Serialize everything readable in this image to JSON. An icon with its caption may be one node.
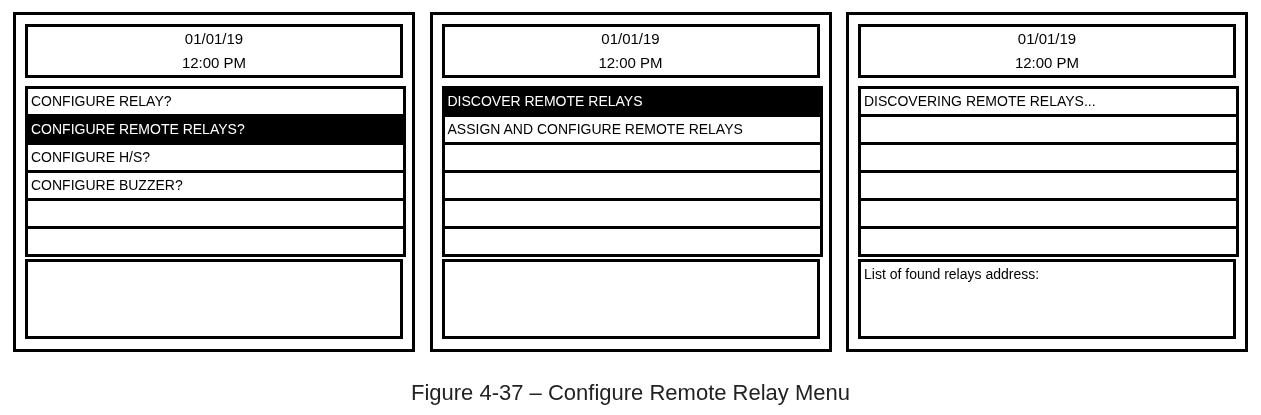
{
  "diagram": {
    "caption": "Figure 4-37 – Configure Remote Relay Menu",
    "nodes": [
      {
        "text": [],
        "shape": "box"
      },
      {
        "text": [
          "01/01/19",
          "12:00 PM"
        ],
        "in": 0
      },
      {
        "text": [
          "CONFIGURE RELAY?"
        ],
        "in": 0
      },
      {
        "text": [
          "CONFIGURE REMOTE RELAYS?"
        ],
        "in": 0
      },
      {
        "text": [
          "CONFIGURE H/S?"
        ],
        "in": 0
      },
      {
        "text": [
          "CONFIGURE BUZZER?"
        ],
        "in": 0
      },
      {
        "text": [],
        "shape": "box",
        "in": 0
      },
      {
        "text": [],
        "shape": "box",
        "in": 0
      },
      {
        "text": [],
        "shape": "box",
        "in": 0
      },
      {
        "text": [],
        "shape": "box"
      },
      {
        "text": [
          "01/01/19",
          "12:00 PM"
        ],
        "in": 9
      },
      {
        "text": [
          "DISCOVER REMOTE RELAYS"
        ],
        "in": 9
      },
      {
        "text": [
          "ASSIGN AND CONFIGURE REMOTE RELAYS"
        ],
        "in": 9
      },
      {
        "text": [],
        "shape": "box",
        "in": 9
      },
      {
        "text": [],
        "shape": "box",
        "in": 9
      },
      {
        "text": [],
        "shape": "box",
        "in": 9
      },
      {
        "text": [],
        "shape": "box",
        "in": 9
      },
      {
        "text": [],
        "shape": "box",
        "in": 9
      },
      {
        "text": [],
        "shape": "box"
      },
      {
        "text": [
          "01/01/19",
          "12:00 PM"
        ],
        "in": 18
      },
      {
        "text": [
          "DISCOVERING REMOTE RELAYS..."
        ],
        "in": 18
      },
      {
        "text": [],
        "shape": "box",
        "in": 18
      },
      {
        "text": [],
        "shape": "box",
        "in": 18
      },
      {
        "text": [],
        "shape": "box",
        "in": 18
      },
      {
        "text": [],
        "shape": "box",
        "in": 18
      },
      {
        "text": [],
        "shape": "box",
        "in": 18
      },
      {
        "text": [
          "List of found relays address:"
        ],
        "in": 18
      }
    ],
    "edges": []
  }
}
